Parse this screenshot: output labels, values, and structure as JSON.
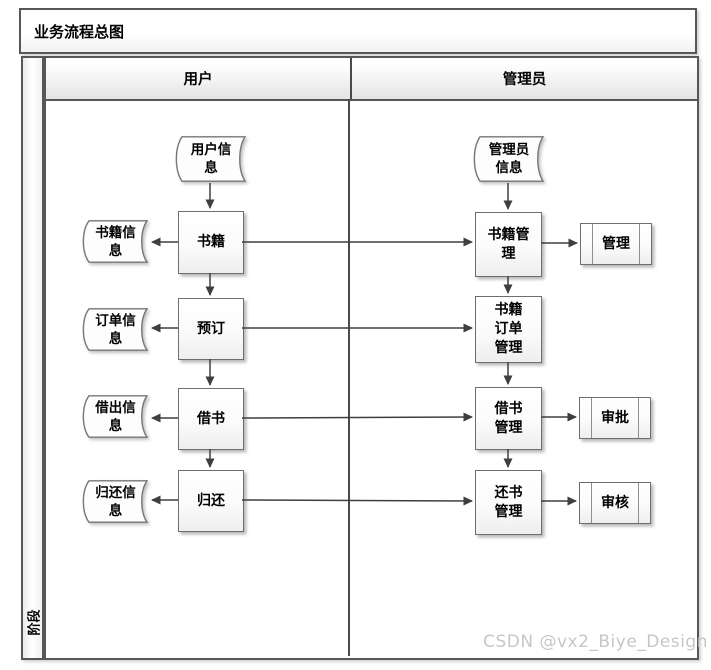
{
  "diagram": {
    "title": "业务流程总图",
    "phase_label": "阶段",
    "lanes": [
      {
        "label": "用户"
      },
      {
        "label": "管理员"
      }
    ],
    "user_lane": {
      "doc": "用户信\n息",
      "rows": [
        {
          "store": "书籍信\n息",
          "process": "书籍"
        },
        {
          "store": "订单信\n息",
          "process": "预订"
        },
        {
          "store": "借出信\n息",
          "process": "借书"
        },
        {
          "store": "归还信\n息",
          "process": "归还"
        }
      ]
    },
    "admin_lane": {
      "doc": "管理员\n信息",
      "rows": [
        {
          "process": "书籍管\n理",
          "subprocess": "管理"
        },
        {
          "process": "书籍\n订单\n管理"
        },
        {
          "process": "借书\n管理",
          "subprocess": "审批"
        },
        {
          "process": "还书\n管理",
          "subprocess": "审核"
        }
      ]
    },
    "watermark": "CSDN @vx2_Biye_Design"
  }
}
